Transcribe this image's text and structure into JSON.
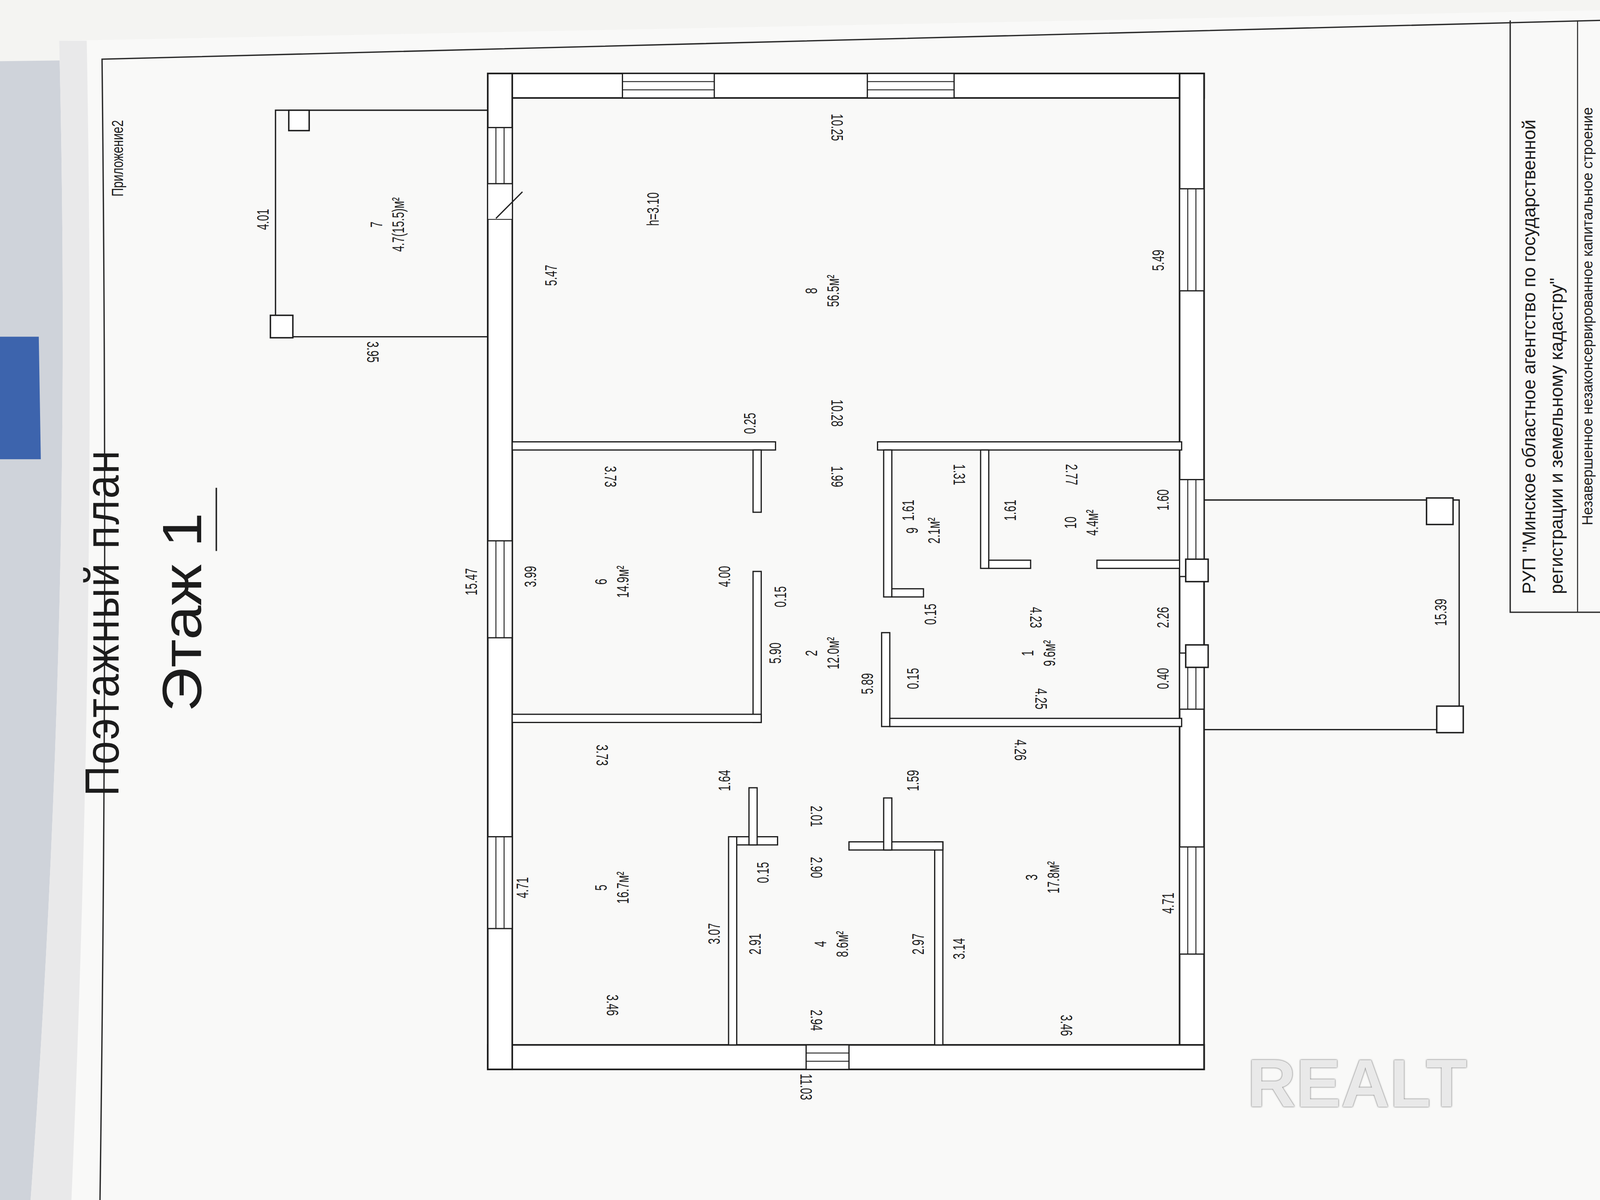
{
  "diagram": {
    "title": "Поэтажный план",
    "nodes": [
      {
        "text": [
          "7",
          "4.7(15.5)м²"
        ]
      },
      {
        "text": [
          "8",
          "56.5м²"
        ]
      },
      {
        "text": [
          "6",
          "14.9м²"
        ]
      },
      {
        "text": [
          "2",
          "12.0м²"
        ]
      },
      {
        "text": [
          "9",
          "2.1м²"
        ]
      },
      {
        "text": [
          "10",
          "4.4м²"
        ]
      },
      {
        "text": [
          "1",
          "9.6м²"
        ]
      },
      {
        "text": [
          "5",
          "16.7м²"
        ]
      },
      {
        "text": [
          "4",
          "8.6м²"
        ]
      },
      {
        "text": [
          "3",
          "17.8м²"
        ]
      },
      {
        "text": [
          "РУП \"Минское областное агентство по государственной регистрации и земельному кадастру\""
        ]
      }
    ],
    "labels": [
      "Приложение2",
      "Этаж 1",
      "10.25",
      "h=3.10",
      "5.47",
      "5.49",
      "4.01",
      "3.95",
      "10.28",
      "0.25",
      "3.73",
      "1.99",
      "1.31",
      "2.77",
      "1.61",
      "1.61",
      "1.60",
      "15.47",
      "3.99",
      "4.00",
      "0.15",
      "0.15",
      "5.90",
      "5.89",
      "0.15",
      "4.23",
      "2.26",
      "0.40",
      "4.25",
      "15.39",
      "4.26",
      "3.73",
      "1.64",
      "1.59",
      "2.01",
      "2.90",
      "0.15",
      "4.71",
      "4.71",
      "3.07",
      "2.91",
      "2.97",
      "3.14",
      "3.46",
      "2.94",
      "3.46",
      "11.03",
      "Незавершенное незаконсервированное капитальное строение",
      "REALT"
    ]
  }
}
